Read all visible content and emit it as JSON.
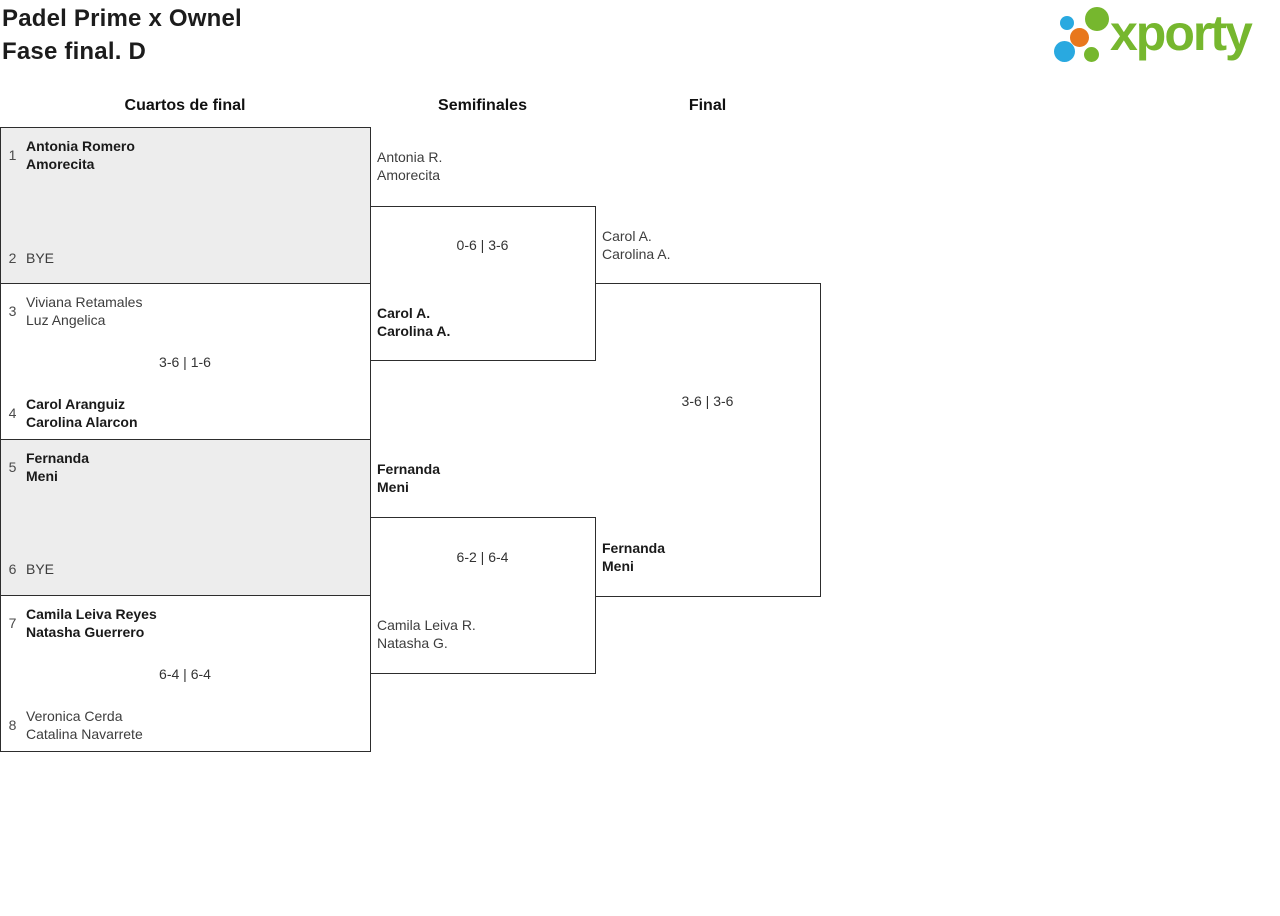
{
  "page": {
    "title_line1": "Padel Prime x Ownel",
    "title_line2": "Fase final. D"
  },
  "logo": {
    "text": "xporty",
    "green": "#76b72e",
    "blue": "#29a9e0",
    "orange": "#e8771c"
  },
  "columns": [
    {
      "label": "Cuartos de final"
    },
    {
      "label": "Semifinales"
    },
    {
      "label": "Final"
    }
  ],
  "bracket": {
    "quarterfinals": [
      {
        "score": "",
        "top": {
          "seed": "1",
          "name1": "Antonia Romero",
          "name2": "Amorecita",
          "winner": true
        },
        "bottom": {
          "seed": "2",
          "name1": "BYE",
          "winner": false
        }
      },
      {
        "score": "3-6 | 1-6",
        "top": {
          "seed": "3",
          "name1": "Viviana Retamales",
          "name2": "Luz Angelica",
          "winner": false
        },
        "bottom": {
          "seed": "4",
          "name1": "Carol Aranguiz",
          "name2": "Carolina Alarcon",
          "winner": true
        }
      },
      {
        "score": "",
        "top": {
          "seed": "5",
          "name1": "Fernanda",
          "name2": "Meni",
          "winner": true
        },
        "bottom": {
          "seed": "6",
          "name1": "BYE",
          "winner": false
        }
      },
      {
        "score": "6-4 | 6-4",
        "top": {
          "seed": "7",
          "name1": "Camila Leiva Reyes",
          "name2": "Natasha Guerrero",
          "winner": true
        },
        "bottom": {
          "seed": "8",
          "name1": "Veronica Cerda",
          "name2": "Catalina Navarrete",
          "winner": false
        }
      }
    ],
    "semifinals": [
      {
        "score": "0-6 | 3-6",
        "top": {
          "name1": "Antonia R.",
          "name2": "Amorecita",
          "winner": false
        },
        "bottom": {
          "name1": "Carol A.",
          "name2": "Carolina A.",
          "winner": true
        }
      },
      {
        "score": "6-2 | 6-4",
        "top": {
          "name1": "Fernanda",
          "name2": "Meni",
          "winner": true
        },
        "bottom": {
          "name1": "Camila Leiva R.",
          "name2": "Natasha G.",
          "winner": false
        }
      }
    ],
    "final": {
      "score": "3-6 | 3-6",
      "top": {
        "name1": "Carol A.",
        "name2": "Carolina A.",
        "winner": false
      },
      "bottom": {
        "name1": "Fernanda",
        "name2": "Meni",
        "winner": true
      }
    }
  }
}
